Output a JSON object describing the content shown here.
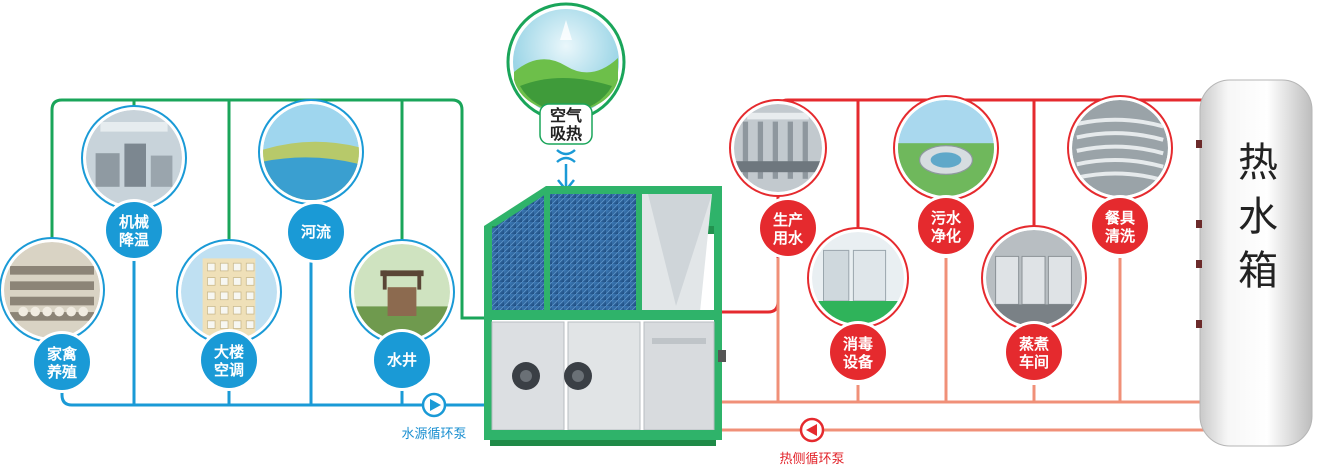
{
  "colors": {
    "green": "#1aa55a",
    "blue": "#1a9ad6",
    "red": "#e52a2e",
    "salmon": "#f2907a",
    "unit_green": "#2fb36a",
    "coil_blue": "#2a5f9a",
    "panel_gray": "#dcdfe2"
  },
  "air": {
    "line1": "空气",
    "line2": "吸热",
    "icon": "air-landscape-icon"
  },
  "source_nodes": [
    {
      "line1": "家禽",
      "line2": "养殖",
      "icon": "poultry-farm-icon"
    },
    {
      "line1": "机械",
      "line2": "降温",
      "icon": "machinery-icon"
    },
    {
      "line1": "大楼",
      "line2": "空调",
      "icon": "building-icon"
    },
    {
      "line1": "河流",
      "line2": "",
      "icon": "river-icon"
    },
    {
      "line1": "水井",
      "line2": "",
      "icon": "water-well-icon"
    }
  ],
  "use_nodes": [
    {
      "line1": "生产",
      "line2": "用水",
      "icon": "factory-icon"
    },
    {
      "line1": "消毒",
      "line2": "设备",
      "icon": "disinfection-room-icon"
    },
    {
      "line1": "污水",
      "line2": "净化",
      "icon": "sewage-plant-icon"
    },
    {
      "line1": "蒸煮",
      "line2": "车间",
      "icon": "cooking-workshop-icon"
    },
    {
      "line1": "餐具",
      "line2": "清洗",
      "icon": "dish-washing-icon"
    }
  ],
  "pumps": {
    "source": "水源循环泵",
    "hot": "热侧循环泵"
  },
  "tank": {
    "c1": "热",
    "c2": "水",
    "c3": "箱"
  }
}
